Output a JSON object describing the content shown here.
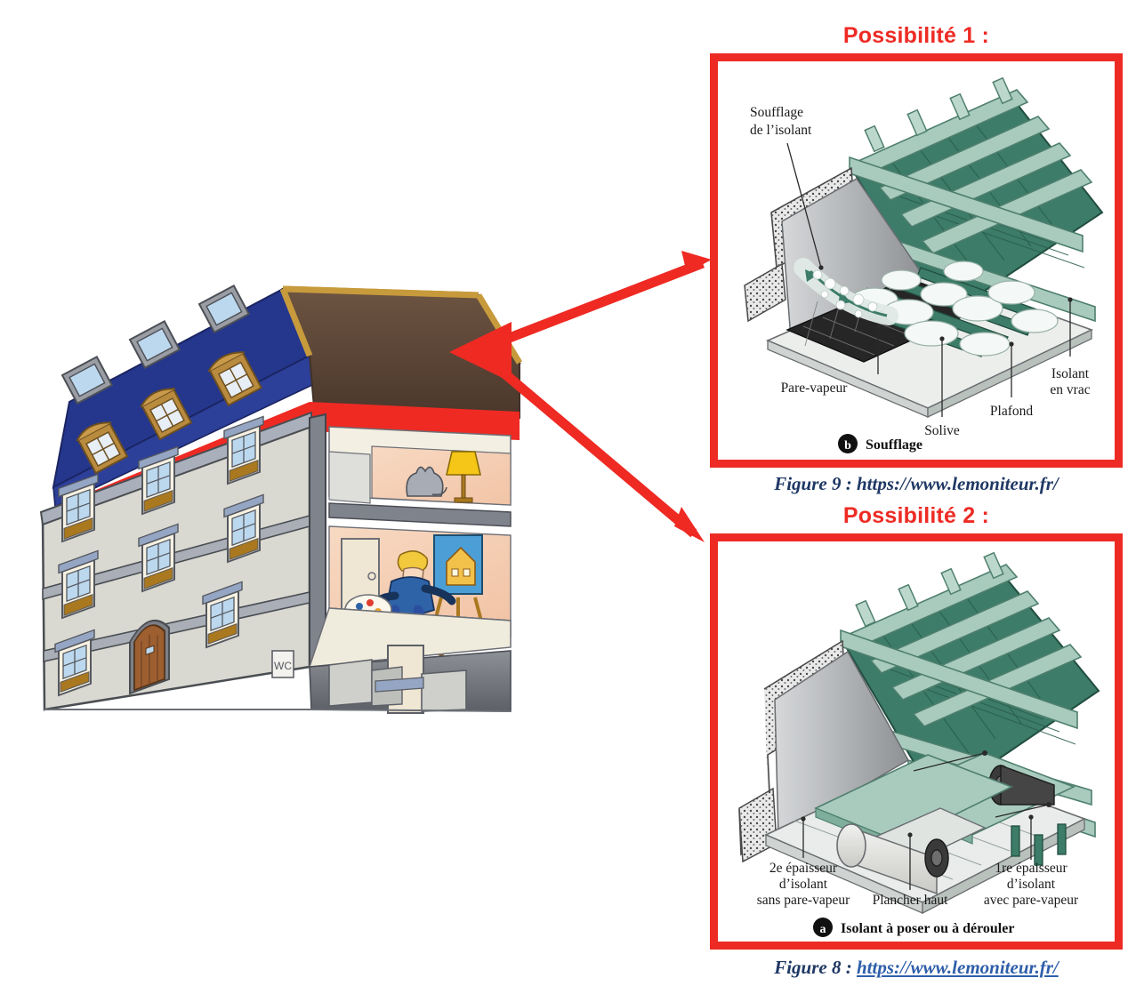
{
  "document": {
    "language": "fr",
    "topic": "Isolation des combles - possibilités de mise en oeuvre"
  },
  "colors": {
    "accent_red": "#ED2B24",
    "caption_blue": "#1F3864",
    "link_blue": "#2E5EAA",
    "roof_blue": "#25378C",
    "insulation_red": "#EE2A23",
    "facade_grey": "#D9D9D2",
    "diagram_green": "#3C7C68",
    "diagram_green_light": "#A8CBBE",
    "attic_brown": "#5B4436"
  },
  "headings": {
    "possibility_1": "Possibilité 1 :",
    "possibility_2": "Possibilité 2 :"
  },
  "captions": {
    "figure_9": {
      "prefix": "Figure 9 : ",
      "url": "https://www.lemoniteur.fr/",
      "linked": false
    },
    "figure_8": {
      "prefix": "Figure 8 : ",
      "url": "https://www.lemoniteur.fr/",
      "linked": true
    }
  },
  "diagram_top": {
    "id": "soufflage",
    "badge": "b",
    "title": "Soufflage",
    "labels": {
      "soufflage_isolant_line1": "Soufflage",
      "soufflage_isolant_line2": "de l’isolant",
      "pare_vapeur": "Pare-vapeur",
      "solive": "Solive",
      "plafond": "Plafond",
      "isolant_en_vrac_line1": "Isolant",
      "isolant_en_vrac_line2": "en vrac"
    }
  },
  "diagram_bottom": {
    "id": "isolant-a-poser",
    "badge": "a",
    "title": "Isolant à poser ou à dérouler",
    "labels": {
      "epaisseur2_line1": "2e épaisseur",
      "epaisseur2_line2": "d’isolant",
      "epaisseur2_line3": "sans pare-vapeur",
      "plancher_haut": "Plancher haut",
      "epaisseur1_line1": "1re épaisseur",
      "epaisseur1_line2": "d’isolant",
      "epaisseur1_line3": "avec pare-vapeur"
    }
  },
  "house_illustration": {
    "description": "Coupe d’une maison de ville à trois niveaux avec toiture mansardée bleue, lucarnes, bande d’isolant rouge sous la toiture, pièces intérieures visibles",
    "scene_attic": "Combles",
    "scene_upper_room": "Chat et lampe",
    "scene_main_room": "Peintre devant un chevalet",
    "wc_sign": "WC"
  },
  "arrows": [
    {
      "name": "arrow-to-possibility-1",
      "from": "toiture",
      "to": "encadré Possibilité 1"
    },
    {
      "name": "arrow-to-possibility-2",
      "from": "toiture",
      "to": "encadré Possibilité 2"
    }
  ]
}
